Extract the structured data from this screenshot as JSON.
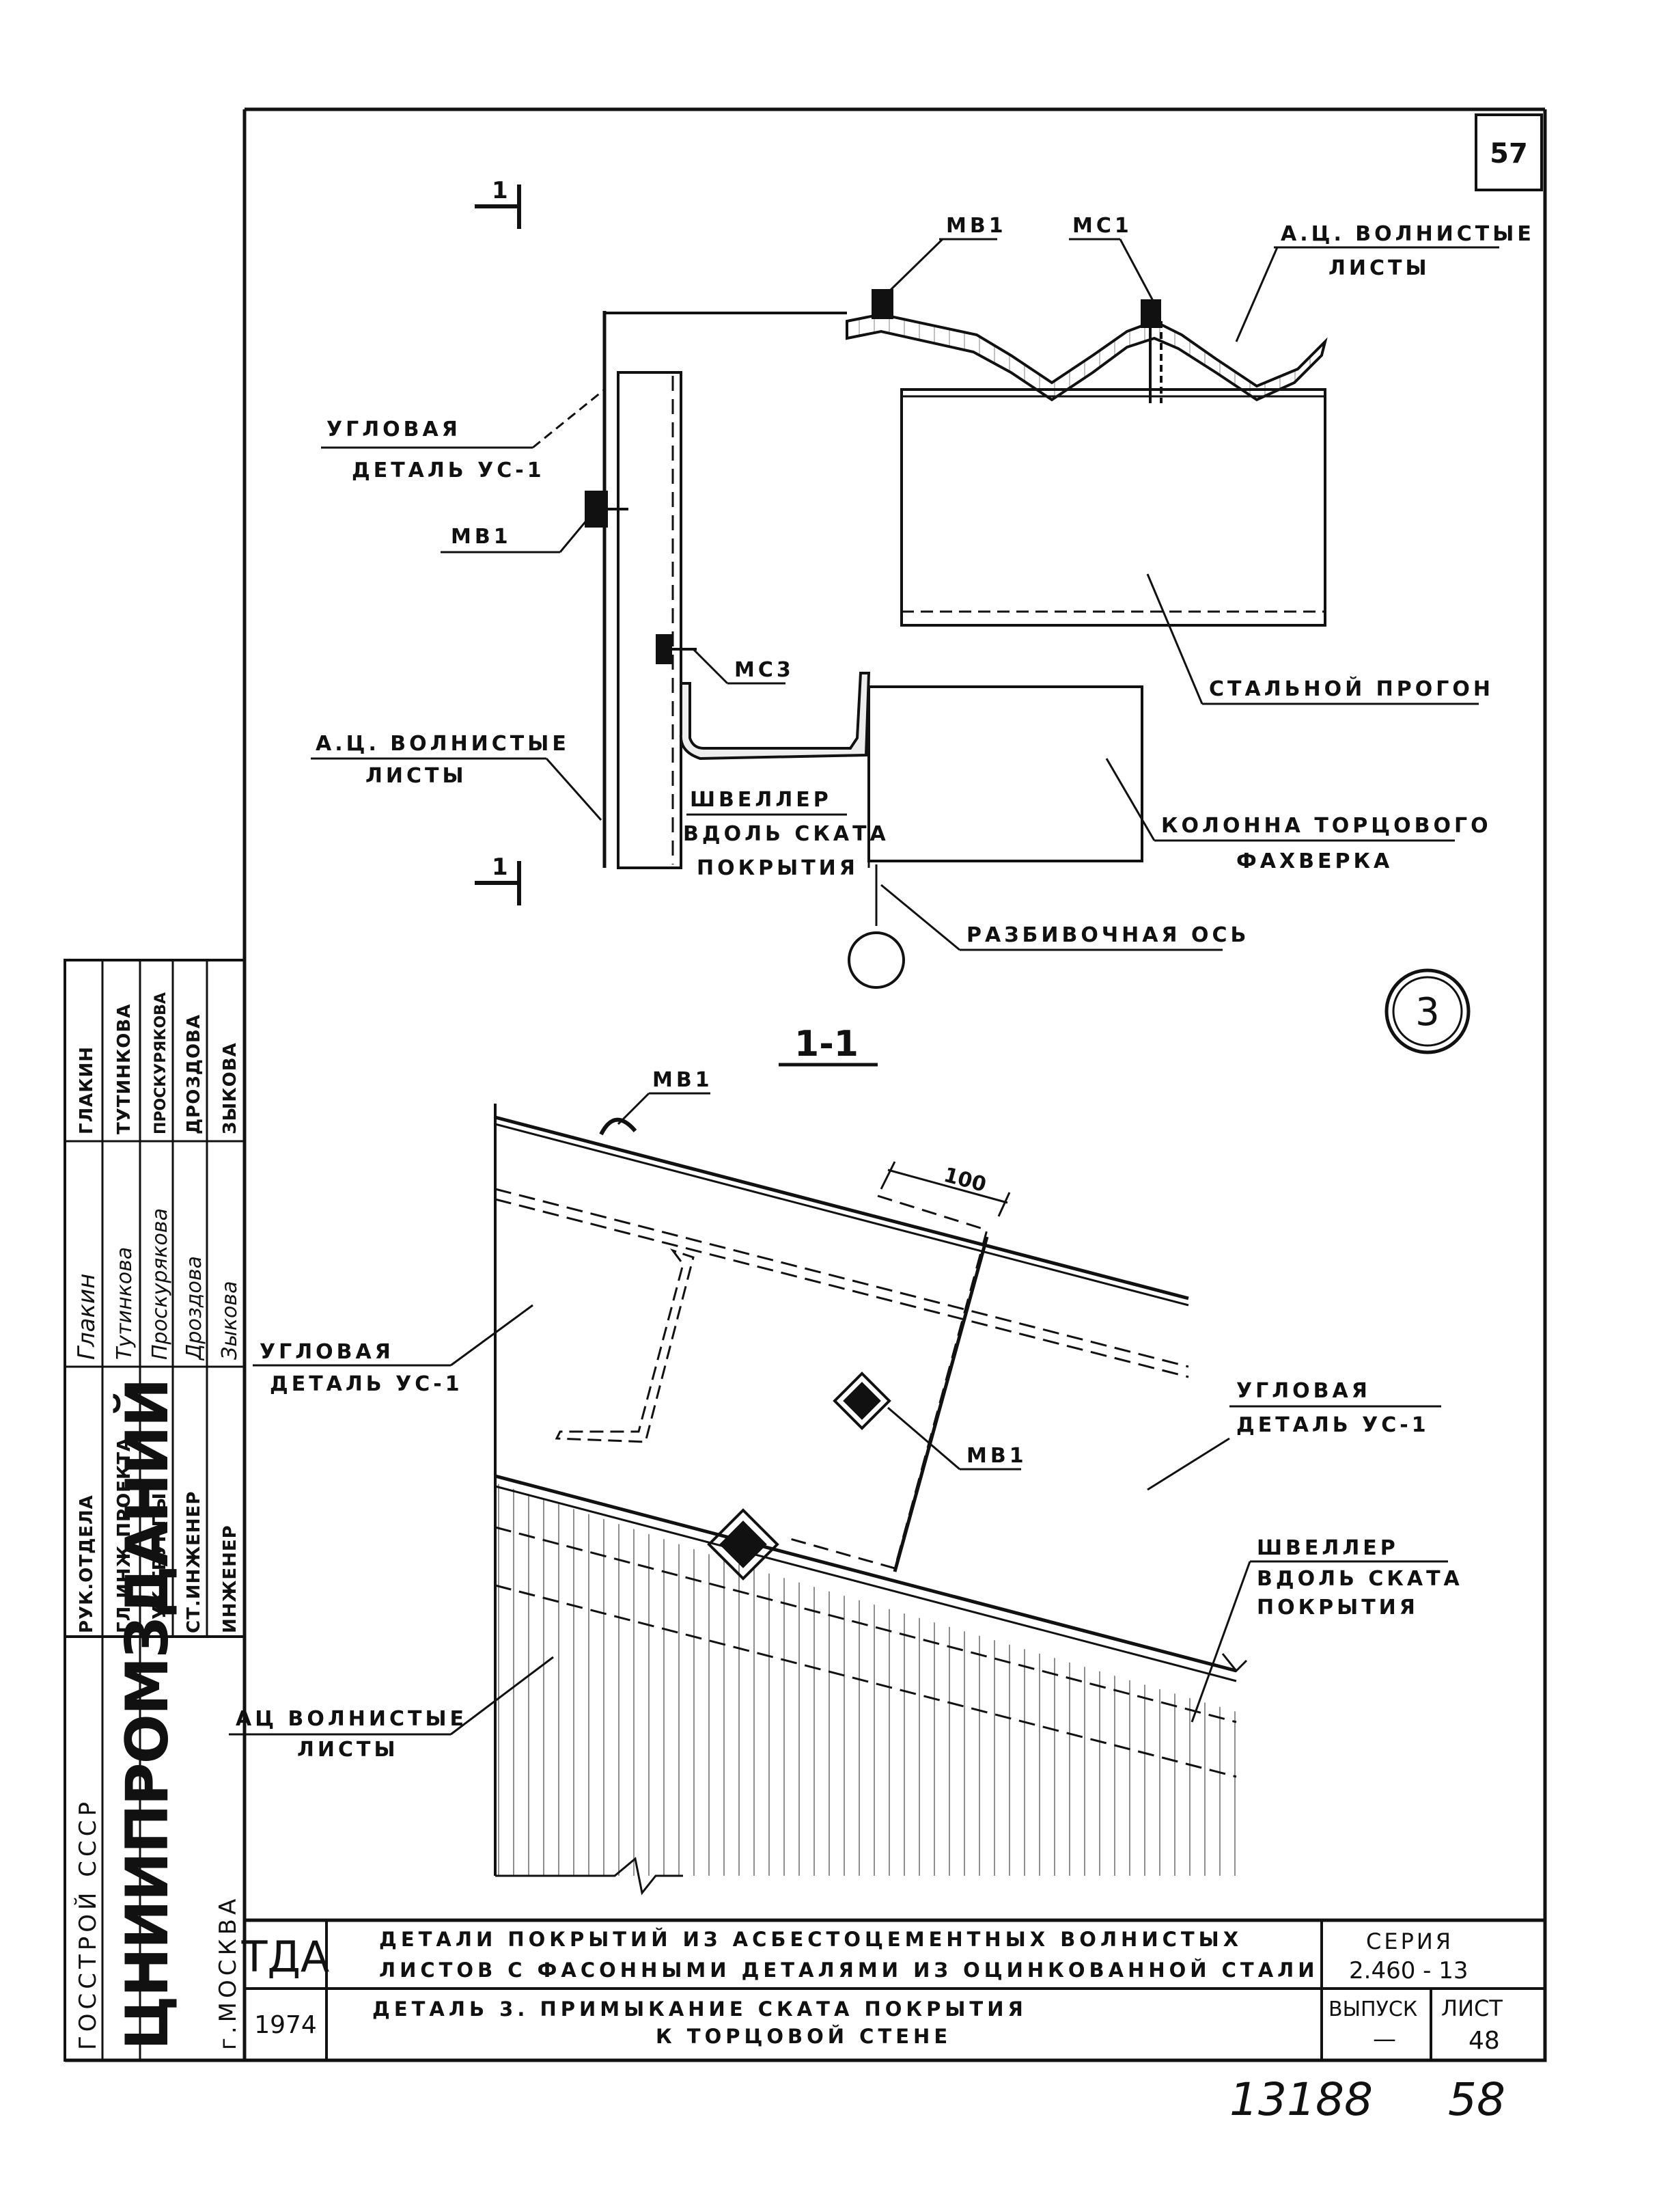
{
  "sheet": {
    "page_number": "57",
    "detail_number": "3",
    "section_mark": "1",
    "section_title": "1-1"
  },
  "top_view": {
    "label_mb1_top": "МВ1",
    "label_ms1": "МС1",
    "label_sheets_right_1": "А.Ц. ВОЛНИСТЫЕ",
    "label_sheets_right_2": "ЛИСТЫ",
    "label_corner_1": "УГЛОВАЯ",
    "label_corner_2": "ДЕТАЛЬ УС-1",
    "label_mb1_left": "МВ1",
    "label_ms3": "МС3",
    "label_steel_purlin": "СТАЛЬНОЙ ПРОГОН",
    "label_sheets_left_1": "А.Ц. ВОЛНИСТЫЕ",
    "label_sheets_left_2": "ЛИСТЫ",
    "label_channel_1": "ШВЕЛЛЕР",
    "label_channel_2": "ВДОЛЬ СКАТА",
    "label_channel_3": "ПОКРЫТИЯ",
    "label_column_1": "КОЛОННА ТОРЦОВОГО",
    "label_column_2": "ФАХВЕРКА",
    "label_axis": "РАЗБИВОЧНАЯ ОСЬ"
  },
  "section_view": {
    "label_mb1_top": "МВ1",
    "dim_100": "100",
    "label_corner_left_1": "УГЛОВАЯ",
    "label_corner_left_2": "ДЕТАЛЬ УС-1",
    "label_corner_right_1": "УГЛОВАЯ",
    "label_corner_right_2": "ДЕТАЛЬ УС-1",
    "label_mb1_mid": "МВ1",
    "label_channel_1": "ШВЕЛЛЕР",
    "label_channel_2": "ВДОЛЬ СКАТА",
    "label_channel_3": "ПОКРЫТИЯ",
    "label_sheets_1": "АЦ ВОЛНИСТЫЕ",
    "label_sheets_2": "ЛИСТЫ"
  },
  "title_block": {
    "code": "ТДА",
    "year": "1974",
    "title_line_1": "ДЕТАЛИ ПОКРЫТИЙ ИЗ АСБЕСТОЦЕМЕНТНЫХ ВОЛНИСТЫХ",
    "title_line_2": "ЛИСТОВ С ФАСОННЫМИ ДЕТАЛЯМИ ИЗ ОЦИНКОВАННОЙ СТАЛИ",
    "series_label": "СЕРИЯ",
    "series_value": "2.460 - 13",
    "detail_line_1": "ДЕТАЛЬ 3.   ПРИМЫКАНИЕ СКАТА ПОКРЫТИЯ",
    "detail_line_2": "К ТОРЦОВОЙ СТЕНЕ",
    "issue_label": "ВЫПУСК",
    "issue_value": "—",
    "sheet_label": "ЛИСТ",
    "sheet_value": "48",
    "footer_hand_1": "13188",
    "footer_hand_2": "58"
  },
  "side_stamp": {
    "org_1": "ГОССТРОЙ   СССР",
    "org_2": "ЦНИИПРОМЗДАНИЙ",
    "org_3": "г.МОСКВА",
    "roles": [
      "РУК.ОТДЕЛА",
      "ГЛ.ИНЖ.ПРОЕКТА",
      "РУК.ГРУППЫ",
      "СТ.ИНЖЕНЕР",
      "ИНЖЕНЕР"
    ],
    "signatures": [
      "Глакин",
      "Тутинкова",
      "Проскурякова",
      "Дроздова",
      "Зыкова"
    ],
    "names": [
      "ГЛАКИН",
      "ТУТИНКОВА",
      "ПРОСКУРЯКОВА",
      "ДРОЗДОВА",
      "ЗЫКОВА"
    ]
  }
}
